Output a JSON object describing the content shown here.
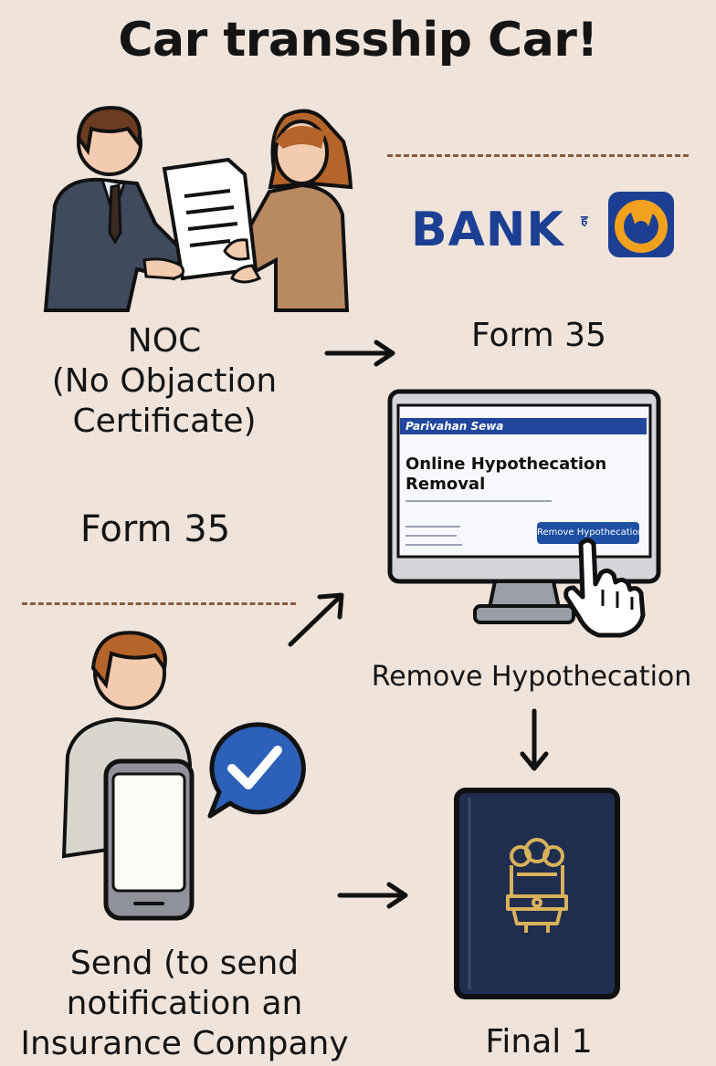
{
  "title": "Car transship Car!",
  "steps": {
    "noc": "NOC\n(No Objaction\nCertificate)",
    "form35_right": "Form 35",
    "form35_left": "Form 35",
    "remove": "Remove Hypothecation",
    "send": "Send (to send\nnotification an\nInsurance Company",
    "final": "Final 1"
  },
  "bank": {
    "name": "BANK",
    "small_text": "ह"
  },
  "portal": {
    "brand": "Parivahan Sewa",
    "heading": "Online Hypothecation\nRemoval",
    "button": "Remove Hypothecation"
  },
  "colors": {
    "background": "#efe3da",
    "bank_blue": "#1c3f94",
    "bank_orange": "#f2a11d",
    "book_navy": "#1f2d4f",
    "check_blue": "#2d60b8"
  },
  "icons": [
    "handshake-document-icon",
    "bank-logo-icon",
    "monitor-icon",
    "pointer-hand-icon",
    "phone-person-icon",
    "checkmark-bubble-icon",
    "passport-book-icon",
    "emblem-icon",
    "arrow-icon"
  ]
}
